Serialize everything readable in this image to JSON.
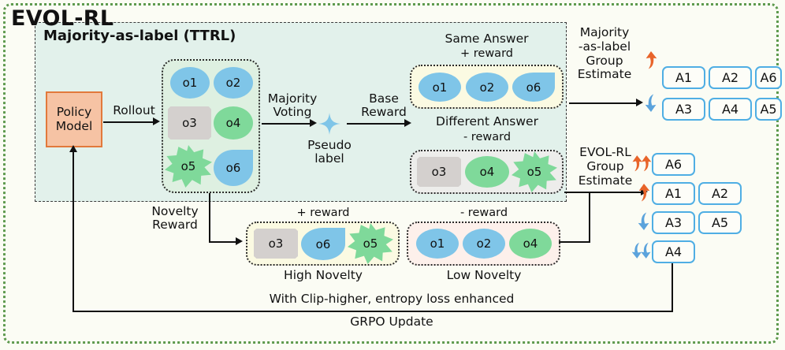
{
  "title": "EVOL-RL",
  "ttrl": {
    "title": "Majority-as-label (TTRL)"
  },
  "policy": {
    "line1": "Policy",
    "line2": "Model"
  },
  "edges": {
    "rollout": "Rollout",
    "majority_voting": "Majority\nVoting",
    "base_reward": "Base\nReward",
    "pseudo_label": "Pseudo\nlabel",
    "novelty_reward": "Novelty\nReward",
    "majority_group_estimate": "Majority\n-as-label\nGroup\nEstimate",
    "evol_group_estimate": "EVOL-RL\nGroup\nEstimate",
    "clip_higher": "With Clip-higher, entropy loss enhanced",
    "grpo_update": "GRPO Update"
  },
  "rollout_outputs": [
    {
      "label": "o1",
      "shape": "ellipse",
      "color": "blue"
    },
    {
      "label": "o2",
      "shape": "ellipse",
      "color": "blue"
    },
    {
      "label": "o3",
      "shape": "doc",
      "color": "gray"
    },
    {
      "label": "o4",
      "shape": "ellipse",
      "color": "green"
    },
    {
      "label": "o5",
      "shape": "star",
      "color": "green"
    },
    {
      "label": "o6",
      "shape": "teardrop",
      "color": "blue"
    }
  ],
  "groups": {
    "same_answer": {
      "caption": "Same Answer",
      "reward": "+ reward",
      "items": [
        {
          "label": "o1",
          "shape": "ellipse",
          "color": "blue"
        },
        {
          "label": "o2",
          "shape": "ellipse",
          "color": "blue"
        },
        {
          "label": "o6",
          "shape": "teardrop",
          "color": "blue"
        }
      ]
    },
    "different_answer": {
      "caption": "Different Answer",
      "reward": "- reward",
      "items": [
        {
          "label": "o3",
          "shape": "doc",
          "color": "gray"
        },
        {
          "label": "o4",
          "shape": "ellipse",
          "color": "green"
        },
        {
          "label": "o5",
          "shape": "star",
          "color": "green"
        }
      ]
    },
    "high_novelty": {
      "caption": "High Novelty",
      "reward": "+ reward",
      "items": [
        {
          "label": "o3",
          "shape": "doc",
          "color": "gray"
        },
        {
          "label": "o6",
          "shape": "teardrop",
          "color": "blue"
        },
        {
          "label": "o5",
          "shape": "star",
          "color": "green"
        }
      ]
    },
    "low_novelty": {
      "caption": "Low Novelty",
      "reward": "- reward",
      "items": [
        {
          "label": "o1",
          "shape": "ellipse",
          "color": "blue"
        },
        {
          "label": "o2",
          "shape": "ellipse",
          "color": "blue"
        },
        {
          "label": "o4",
          "shape": "ellipse",
          "color": "green"
        }
      ]
    }
  },
  "majority_estimate_rows": [
    {
      "direction": "up-single",
      "boxes": [
        "A1",
        "A2",
        "A6"
      ]
    },
    {
      "direction": "down-single",
      "boxes": [
        "A3",
        "A4",
        "A5"
      ]
    }
  ],
  "evol_estimate_rows": [
    {
      "direction": "up-double",
      "boxes": [
        "A6"
      ]
    },
    {
      "direction": "up-single",
      "boxes": [
        "A1",
        "A2"
      ]
    },
    {
      "direction": "down-single",
      "boxes": [
        "A3",
        "A5"
      ]
    },
    {
      "direction": "down-double",
      "boxes": [
        "A4"
      ]
    }
  ],
  "colors": {
    "frame": "#5E9A4E",
    "page_bg": "#FBFCF4",
    "ttrl_bg": "#E2F1EB",
    "policy_fill": "#F6C3A4",
    "policy_stroke": "#E2793B",
    "blue": "#7FC5E8",
    "green": "#7FD99A",
    "gray": "#D4D0CE",
    "abox_stroke": "#4FAEE4",
    "up_arrow": "#E8642A",
    "down_arrow": "#5BA3DC",
    "sparkle": "#7FC5E8",
    "yellow_group": "#FBFAE2",
    "gray_group": "#EDEDEB",
    "pink_group": "#FDF0EB",
    "rollout_bg": "#DEF0E1"
  }
}
